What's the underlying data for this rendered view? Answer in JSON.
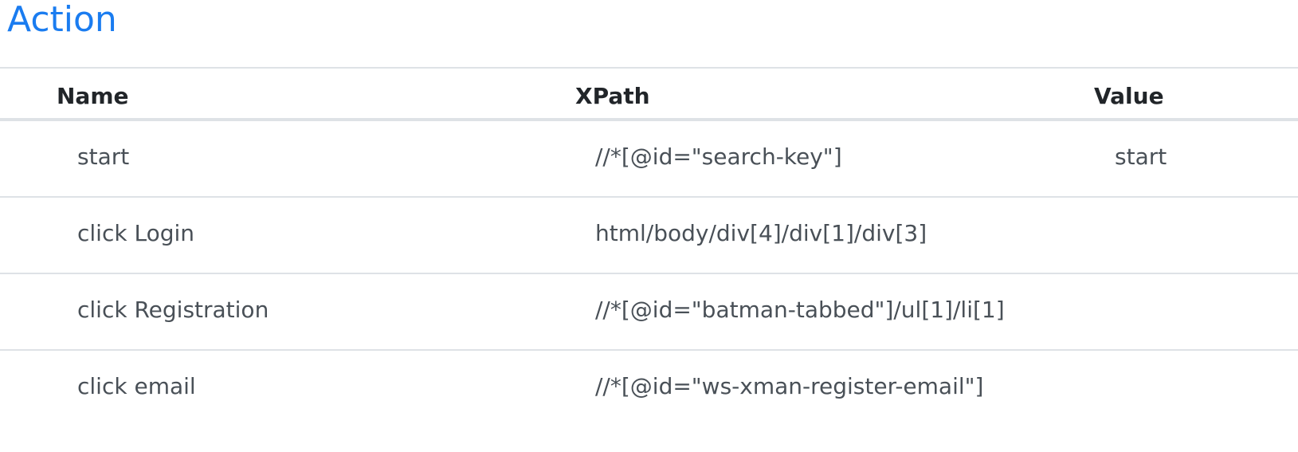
{
  "page": {
    "title": "Action"
  },
  "table": {
    "columns": [
      "Name",
      "XPath",
      "Value"
    ],
    "rows": [
      {
        "name": "start",
        "xpath": "//*[@id=\"search-key\"]",
        "value": "start"
      },
      {
        "name": "click Login",
        "xpath": "html/body/div[4]/div[1]/div[3]",
        "value": ""
      },
      {
        "name": "click Registration",
        "xpath": "//*[@id=\"batman-tabbed\"]/ul[1]/li[1]",
        "value": ""
      },
      {
        "name": "click email",
        "xpath": "//*[@id=\"ws-xman-register-email\"]",
        "value": ""
      }
    ]
  },
  "colors": {
    "title": "#1a7cf0",
    "header_text": "#212529",
    "cell_text": "#495057",
    "border": "#dee2e6"
  }
}
